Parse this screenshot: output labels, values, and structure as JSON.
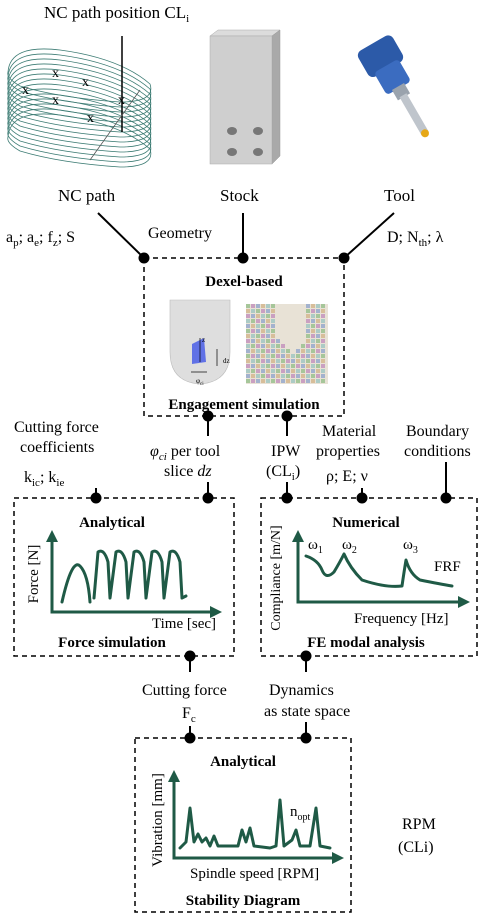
{
  "inputs": {
    "nc_path_position": "NC path position CL",
    "nc_path_position_sub": "i",
    "nc_path": "NC path",
    "stock": "Stock",
    "tool": "Tool",
    "markers": [
      "x",
      "x",
      "x",
      "x",
      "x",
      "x"
    ]
  },
  "params": {
    "left_ap": "a",
    "left_ap_sub": "p",
    "left_ae": "; a",
    "left_ae_sub": "e",
    "left_fz": "; f",
    "left_fz_sub": "z",
    "left_s": "; S",
    "geometry": "Geometry",
    "right_d": "D; N",
    "right_d_sub": "th",
    "right_lambda": "; λ"
  },
  "engagement": {
    "title": "Dexel-based",
    "footer": "Engagement simulation",
    "z_label": "z",
    "dz_label": "dz",
    "phi_label": "φ",
    "phi_sub": "ci"
  },
  "mid_labels": {
    "cf_coeff_1": "Cutting force",
    "cf_coeff_2": "coefficients",
    "kic": "k",
    "kic_sub": "ic",
    "kie_sep": "; k",
    "kie_sub": "ie",
    "phi_ci": "φ",
    "phi_ci_sub": "ci",
    "per_tool": " per tool",
    "slice": "slice ",
    "dz": "dz",
    "ipw": "IPW",
    "ipw_cl": "(CL",
    "ipw_cl_sub": "i",
    "ipw_close": ")",
    "material_1": "Material",
    "material_2": "properties",
    "material_3": "ρ; E; ν",
    "boundary_1": "Boundary",
    "boundary_2": "conditions"
  },
  "force_box": {
    "type": "Analytical",
    "ylabel": "Force [N]",
    "xlabel": "Time [sec]",
    "footer": "Force simulation"
  },
  "modal_box": {
    "type": "Numerical",
    "ylabel": "Compliance [m/N]",
    "xlabel": "Frequency [Hz]",
    "footer": "FE modal analysis",
    "w1": "ω",
    "w1_sub": "1",
    "w2": "ω",
    "w2_sub": "2",
    "w3": "ω",
    "w3_sub": "3",
    "frf": "FRF"
  },
  "lower_labels": {
    "cutting_force": "Cutting force",
    "fc": "F",
    "fc_sub": "c",
    "dynamics_1": "Dynamics",
    "dynamics_2": "as state space"
  },
  "stability_box": {
    "type": "Analytical",
    "ylabel": "Vibration [mm]",
    "xlabel": "Spindle speed [RPM]",
    "footer": "Stability Diagram",
    "nopt": "n",
    "nopt_sub": "opt"
  },
  "rpm": {
    "line1": "RPM",
    "line2": "(CLi)"
  },
  "colors": {
    "curve": "#1f5a46",
    "tool_body": "#2c5aa8",
    "tool_tip": "#e6a817",
    "stock": "#c8c8c8",
    "path_lines": "#3d7c74"
  }
}
